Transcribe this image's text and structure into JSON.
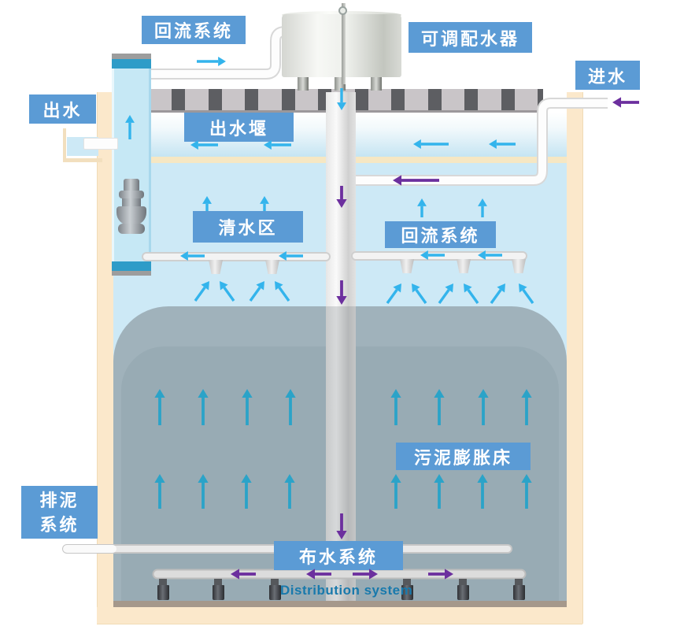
{
  "diagram": {
    "labels": {
      "reflux_top": "回流系统",
      "adjustable_distributor": "可调配水器",
      "inlet": "进水",
      "outlet": "出水",
      "effluent_weir": "出水堰",
      "clear_water_zone": "清水区",
      "reflux_mid": "回流系统",
      "sludge_expansion_bed": "污泥膨胀床",
      "sludge_discharge_line1": "排泥",
      "sludge_discharge_line2": "系统",
      "water_distribution": "布水系统",
      "distribution_en": "Distribution system"
    },
    "colors": {
      "label_bg": "#5B9BD5",
      "label_text": "#FFFFFF",
      "cyan_arrow": "#33B4EC",
      "teal_arrow": "#2BA3C8",
      "purple_arrow": "#6C2F9E",
      "wall": "#FBE8CB",
      "water": "#CDE9F6",
      "sludge": "#A0B2BB",
      "en_text": "#1879AC"
    },
    "flow_arrows": {
      "cyan": [
        [
          250,
          78,
          287,
          78
        ],
        [
          165,
          177,
          165,
          146
        ],
        [
          277,
          184,
          242,
          184
        ],
        [
          370,
          184,
          335,
          184
        ],
        [
          570,
          183,
          525,
          183
        ],
        [
          655,
          183,
          621,
          183
        ],
        [
          434,
          112,
          434,
          140
        ],
        [
          263,
          268,
          263,
          249
        ],
        [
          336,
          268,
          336,
          249
        ],
        [
          536,
          276,
          536,
          252
        ],
        [
          613,
          276,
          613,
          252
        ],
        [
          260,
          325,
          229,
          325
        ],
        [
          385,
          325,
          354,
          325
        ],
        [
          565,
          324,
          534,
          324
        ],
        [
          638,
          324,
          607,
          324
        ],
        [
          248,
          382,
          266,
          357
        ],
        [
          297,
          382,
          279,
          357
        ],
        [
          318,
          382,
          336,
          357
        ],
        [
          367,
          382,
          349,
          357
        ],
        [
          492,
          385,
          510,
          360
        ],
        [
          541,
          385,
          523,
          360
        ],
        [
          558,
          385,
          576,
          360
        ],
        [
          607,
          385,
          589,
          360
        ],
        [
          624,
          385,
          642,
          360
        ],
        [
          677,
          385,
          659,
          360
        ]
      ],
      "teal": [
        [
          203,
          540,
          203,
          494
        ],
        [
          258,
          540,
          258,
          494
        ],
        [
          314,
          540,
          314,
          494
        ],
        [
          369,
          540,
          369,
          494
        ],
        [
          503,
          540,
          503,
          494
        ],
        [
          558,
          540,
          558,
          494
        ],
        [
          614,
          540,
          614,
          494
        ],
        [
          669,
          540,
          669,
          494
        ],
        [
          203,
          646,
          203,
          602
        ],
        [
          258,
          646,
          258,
          602
        ],
        [
          313,
          646,
          313,
          602
        ],
        [
          368,
          646,
          368,
          602
        ],
        [
          503,
          646,
          503,
          602
        ],
        [
          558,
          646,
          558,
          602
        ],
        [
          613,
          646,
          613,
          602
        ],
        [
          669,
          646,
          669,
          602
        ]
      ],
      "purple": [
        [
          812,
          130,
          778,
          130
        ],
        [
          558,
          229,
          499,
          229
        ],
        [
          434,
          236,
          434,
          264
        ],
        [
          434,
          356,
          434,
          387
        ],
        [
          434,
          652,
          434,
          685
        ],
        [
          325,
          729,
          293,
          729
        ],
        [
          421,
          729,
          389,
          729
        ],
        [
          448,
          729,
          480,
          729
        ],
        [
          544,
          729,
          576,
          729
        ]
      ]
    }
  }
}
